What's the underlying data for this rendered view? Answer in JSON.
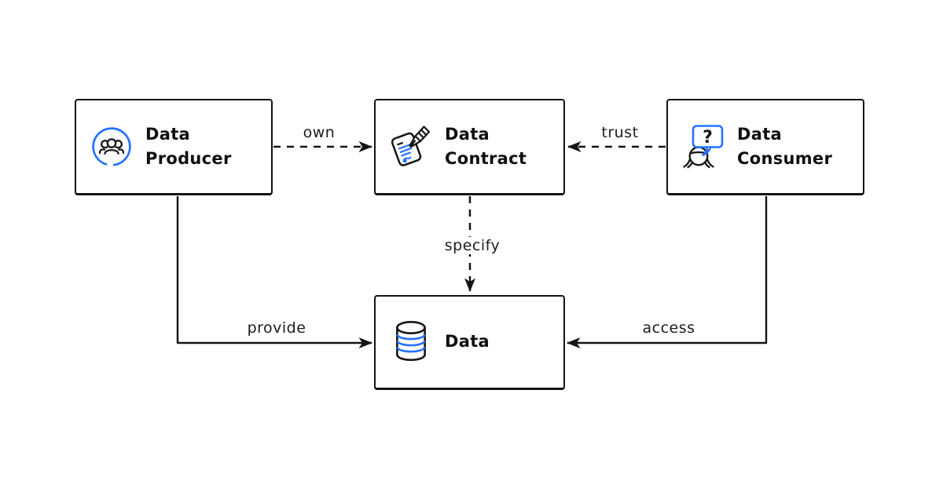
{
  "diagram": {
    "nodes": [
      {
        "id": "data-producer",
        "label": "Data Producer",
        "icon": "users-icon"
      },
      {
        "id": "data-contract",
        "label": "Data Contract",
        "icon": "contract-signing-icon"
      },
      {
        "id": "data-consumer",
        "label": "Data Consumer",
        "icon": "person-question-icon"
      },
      {
        "id": "data",
        "label": "Data",
        "icon": "database-icon"
      }
    ],
    "edges": [
      {
        "from": "data-producer",
        "to": "data-contract",
        "label": "own",
        "style": "dashed"
      },
      {
        "from": "data-consumer",
        "to": "data-contract",
        "label": "trust",
        "style": "dashed"
      },
      {
        "from": "data-contract",
        "to": "data",
        "label": "specify",
        "style": "dashed"
      },
      {
        "from": "data-producer",
        "to": "data",
        "label": "provide",
        "style": "solid"
      },
      {
        "from": "data-consumer",
        "to": "data",
        "label": "access",
        "style": "solid"
      }
    ],
    "icon_glyphs": {
      "question_mark": "?"
    },
    "colors": {
      "stroke": "#141414",
      "accent_blue": "#2573ff",
      "background": "#ffffff"
    }
  }
}
